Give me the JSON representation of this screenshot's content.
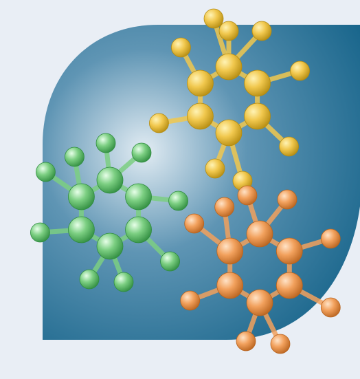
{
  "image": {
    "subject": "molecule-illustration",
    "background_color": "#e9eef5",
    "panel_gradient": {
      "light": "#e2ecf3",
      "mid": "#5f95b4",
      "dark": "#0f5f86"
    },
    "molecules": [
      {
        "name": "yellow-molecule",
        "color": "#f1c84e",
        "highlight": "#fff3b5",
        "shade": "#b48b10"
      },
      {
        "name": "green-molecule",
        "color": "#7ccf82",
        "highlight": "#e7ffe9",
        "shade": "#2f8c3f"
      },
      {
        "name": "orange-molecule",
        "color": "#f2a15d",
        "highlight": "#ffe3c7",
        "shade": "#b8631e"
      }
    ]
  }
}
